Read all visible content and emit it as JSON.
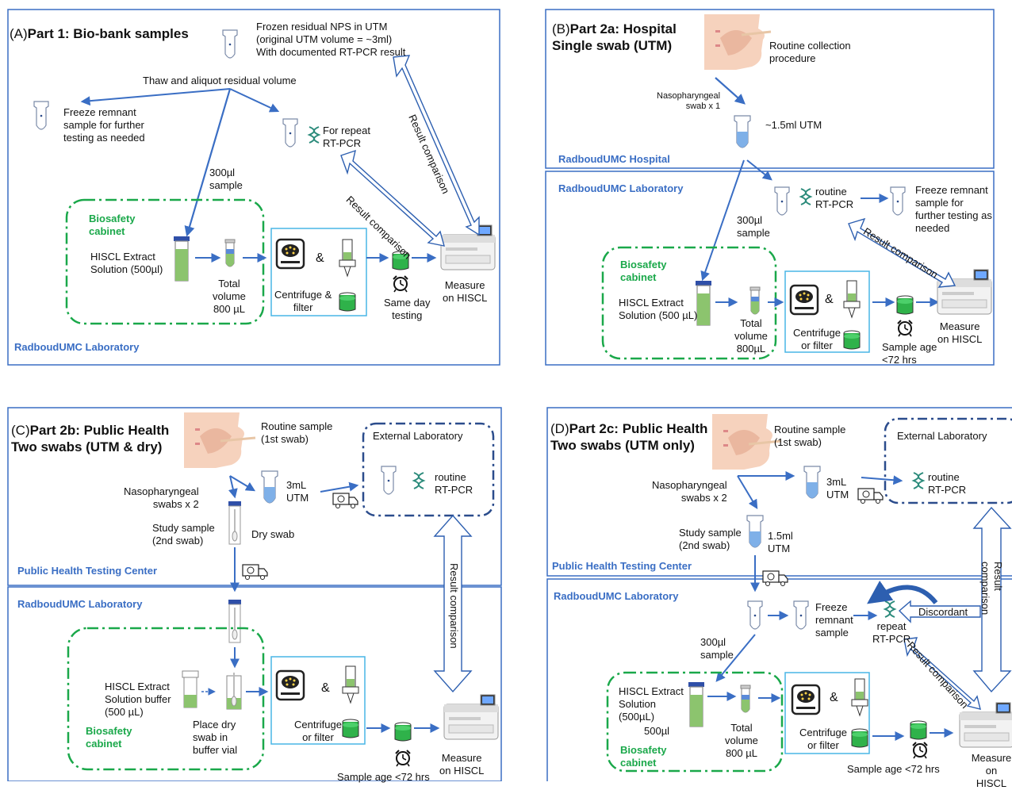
{
  "colors": {
    "panel_border": "#3a6ec4",
    "arrow": "#3a6ec4",
    "biosafety": "#1aa84a",
    "external_border": "#2b4c8c",
    "liquid": "#3fb54a",
    "filter_box": "#49b6e6"
  },
  "panelA": {
    "letter": "(A)",
    "title": "Part 1: Bio-bank samples",
    "frozen": "Frozen residual NPS in UTM\n(original UTM volume = ~3ml)\nWith documented RT-PCR result",
    "thaw": "Thaw and aliquot residual volume",
    "freeze": "Freeze remnant\nsample for further\ntesting as needed",
    "repeat": "For repeat\nRT-PCR",
    "sample300": "300µl\nsample",
    "biosafety": "Biosafety\ncabinet",
    "hiscl": "HISCL Extract\nSolution (500µl)",
    "total": "Total\nvolume\n800 µL",
    "amp": "&",
    "centrifuge": "Centrifuge &\nfilter",
    "sameday": "Same day\ntesting",
    "measure": "Measure\non HISCL",
    "result1": "Result comparison",
    "result2": "Result comparison",
    "lab": "RadboudUMC Laboratory"
  },
  "panelB": {
    "letter": "(B)",
    "title": "Part 2a: Hospital\nSingle swab (UTM)",
    "routine_collect": "Routine collection\nprocedure",
    "naso": "Nasopharyngeal\nswab x 1",
    "utm": "~1.5ml UTM",
    "hospital": "RadboudUMC Hospital",
    "lab": "RadboudUMC Laboratory",
    "routine_pcr": "routine\nRT-PCR",
    "freeze": "Freeze remnant\nsample for\nfurther testing as\nneeded",
    "sample300": "300µl\nsample",
    "result": "Result comparison",
    "biosafety": "Biosafety\ncabinet",
    "hiscl": "HISCL Extract\nSolution (500 µL)",
    "total": "Total\nvolume\n800µL",
    "amp": "&",
    "centrifuge": "Centrifuge\nor filter",
    "age": "Sample age\n<72 hrs",
    "measure": "Measure\non HISCL"
  },
  "panelC": {
    "letter": "(C)",
    "title": "Part 2b: Public Health\nTwo swabs (UTM & dry)",
    "routine_sample": "Routine sample",
    "first_swab": "(1st swab)",
    "naso": "Nasopharyngeal\nswabs x 2",
    "utm": "3mL\nUTM",
    "external": "External Laboratory",
    "routine_pcr": "routine\nRT-PCR",
    "study": "Study sample",
    "second_swab": "(2nd swab)",
    "dry": "Dry swab",
    "center": "Public Health Testing Center",
    "lab": "RadboudUMC Laboratory",
    "result": "Result comparison",
    "hiscl": "HISCL Extract\nSolution buffer\n(500 µL)",
    "biosafety": "Biosafety\ncabinet",
    "place": "Place dry\nswab in\nbuffer vial",
    "amp": "&",
    "centrifuge": "Centrifuge\nor filter",
    "age": "Sample age <72 hrs",
    "measure": "Measure\non HISCL"
  },
  "panelD": {
    "letter": "(D)",
    "title": "Part 2c: Public Health\nTwo swabs (UTM only)",
    "routine_sample": "Routine sample",
    "first_swab": "(1st swab)",
    "external": "External Laboratory",
    "naso": "Nasopharyngeal\nswabs x 2",
    "utm": "3mL\nUTM",
    "routine_pcr": "routine\nRT-PCR",
    "study": "Study sample",
    "second_swab": "(2nd swab)",
    "utm15": "1.5ml\nUTM",
    "center": "Public Health Testing Center",
    "lab": "RadboudUMC Laboratory",
    "freeze": "Freeze\nremnant\nsample",
    "repeat": "repeat\nRT-PCR",
    "discordant": "Discordant",
    "result1": "Result comparison",
    "result2": "Result comparison",
    "sample300": "300µl\nsample",
    "hiscl": "HISCL Extract\nSolution\n(500µL)",
    "v500": "500µl",
    "total": "Total\nvolume\n800 µL",
    "biosafety": "Biosafety\ncabinet",
    "amp": "&",
    "centrifuge": "Centrifuge\nor filter",
    "age": "Sample age <72 hrs",
    "measure": "Measure\non HISCL"
  }
}
